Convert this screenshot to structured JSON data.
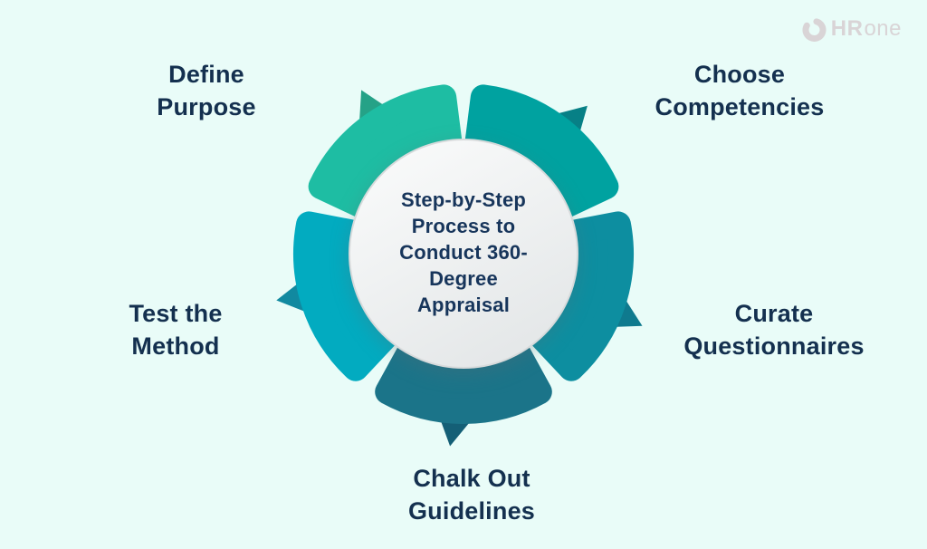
{
  "page": {
    "background": "#E9FCF8"
  },
  "logo": {
    "name": "HRone",
    "bold": "HR",
    "light": "one",
    "color": "#D9D4D6"
  },
  "center": {
    "title": "Step-by-Step\nProcess to\nConduct 360-\nDegree\nAppraisal",
    "text_color": "#17355B",
    "fill_from": "#FBFCFC",
    "fill_to": "#E5E8E9",
    "rim_color": "#D7DADB"
  },
  "wheel": {
    "text_color": "#14304F",
    "steps": [
      {
        "id": "define-purpose",
        "label": "Define\nPurpose",
        "color": "#1EBDA3",
        "arrow_color": "#25A287"
      },
      {
        "id": "choose-competencies",
        "label": "Choose\nCompetencies",
        "color": "#00A2A0",
        "arrow_color": "#078086"
      },
      {
        "id": "curate-questionnaires",
        "label": "Curate\nQuestionnaires",
        "color": "#0D8EA0",
        "arrow_color": "#0F7A8E"
      },
      {
        "id": "chalk-out-guidelines",
        "label": "Chalk Out\nGuidelines",
        "color": "#1B7489",
        "arrow_color": "#145F76"
      },
      {
        "id": "test-the-method",
        "label": "Test the\nMethod",
        "color": "#02ABC0",
        "arrow_color": "#1189A0"
      }
    ]
  }
}
